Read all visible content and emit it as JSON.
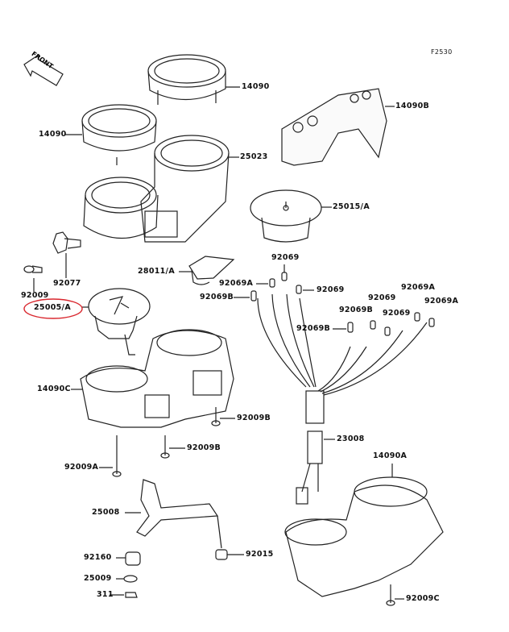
{
  "diagram_code": "F2530",
  "front_label": "FRONT",
  "highlight_color": "#d9272e",
  "highlighted_part": "25005/A",
  "labels": [
    "14090",
    "14090B",
    "14090",
    "25023",
    "25015/A",
    "28011/A",
    "92069",
    "92069A",
    "92069",
    "92069B",
    "92069",
    "92069A",
    "92069A",
    "92069B",
    "92069",
    "92069B",
    "92009",
    "92077",
    "25005/A",
    "14090C",
    "92009B",
    "92009B",
    "23008",
    "14090A",
    "92009A",
    "25008",
    "92160",
    "92015",
    "25009",
    "311",
    "92009C"
  ]
}
